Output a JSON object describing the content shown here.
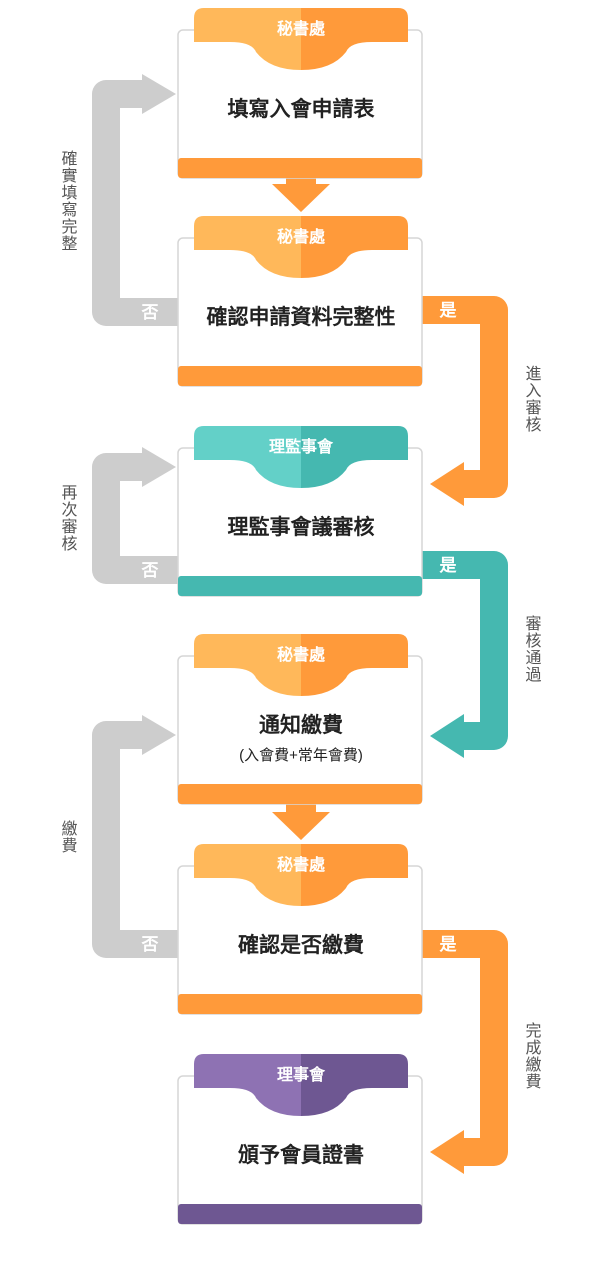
{
  "steps": [
    {
      "dept": "秘書處",
      "title": "填寫入會申請表",
      "subtitle": "",
      "theme": "orange"
    },
    {
      "dept": "秘書處",
      "title": "確認申請資料完整性",
      "subtitle": "",
      "theme": "orange"
    },
    {
      "dept": "理監事會",
      "title": "理監事會議審核",
      "subtitle": "",
      "theme": "teal"
    },
    {
      "dept": "秘書處",
      "title": "通知繳費",
      "subtitle": "(入會費+常年會費)",
      "theme": "orange"
    },
    {
      "dept": "秘書處",
      "title": "確認是否繳費",
      "subtitle": "",
      "theme": "orange"
    },
    {
      "dept": "理事會",
      "title": "頒予會員證書",
      "subtitle": "",
      "theme": "purple"
    }
  ],
  "loops": {
    "redo_application": {
      "label": "確實填寫完整",
      "no": "否"
    },
    "review_again": {
      "label": "再次審核",
      "no": "否"
    },
    "pay_fee": {
      "label": "繳費",
      "no": "否"
    }
  },
  "branches": {
    "enter_review": {
      "yes": "是",
      "label": "進入審核"
    },
    "review_passed": {
      "yes": "是",
      "label": "審核通過"
    },
    "payment_done": {
      "yes": "是",
      "label": "完成繳費"
    }
  },
  "colors": {
    "orange_light": "#FFB85A",
    "orange_dark": "#FF9A3A",
    "teal_light": "#63D0C8",
    "teal_dark": "#45B8B0",
    "purple_light": "#8E72B3",
    "purple_dark": "#6E5792",
    "gray": "#CDCDCD",
    "box_border": "#D6D6D6",
    "text": "#222222"
  }
}
